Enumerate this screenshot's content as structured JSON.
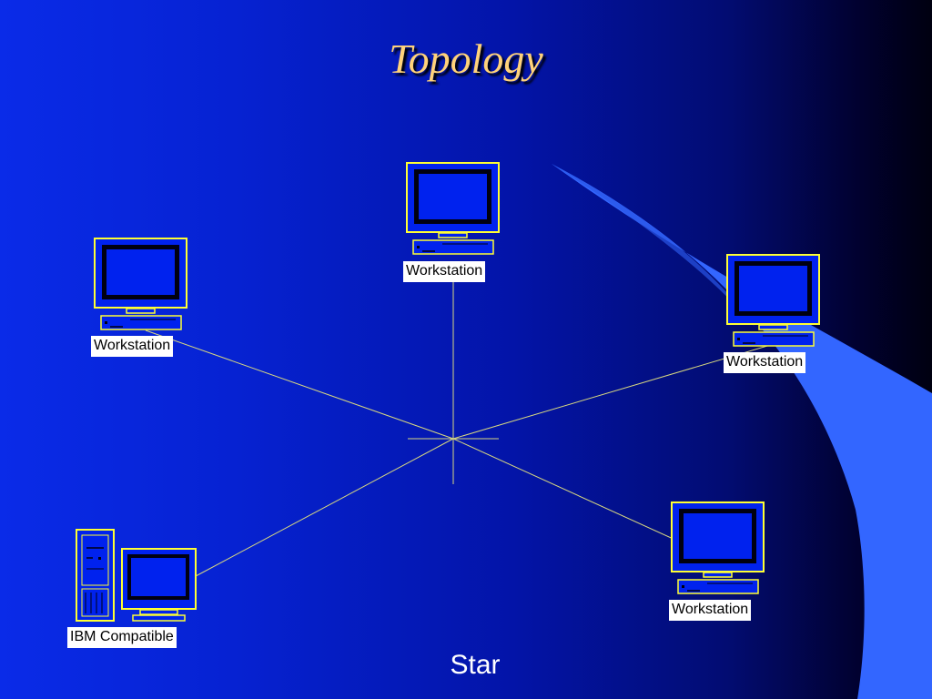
{
  "slide": {
    "title": "Topology",
    "caption": "Star"
  },
  "colors": {
    "background_start": "#0a2be8",
    "background_end": "#000010",
    "title": "#ffd27a",
    "device_outline": "#ffff33",
    "device_fill": "#0022ee",
    "screen_fill": "#0022ee",
    "screen_bezel": "#000010",
    "connection_line": "#d8d880",
    "swoosh": "#3366ff"
  },
  "diagram": {
    "topology": "star",
    "hub": "center-junction",
    "nodes": [
      {
        "id": "top",
        "label": "Workstation",
        "icon": "workstation-icon"
      },
      {
        "id": "left",
        "label": "Workstation",
        "icon": "workstation-icon"
      },
      {
        "id": "right",
        "label": "Workstation",
        "icon": "workstation-icon"
      },
      {
        "id": "bottom-right",
        "label": "Workstation",
        "icon": "workstation-icon"
      },
      {
        "id": "bottom-left",
        "label": "IBM Compatible",
        "icon": "ibm-compatible-pc-icon"
      }
    ]
  }
}
